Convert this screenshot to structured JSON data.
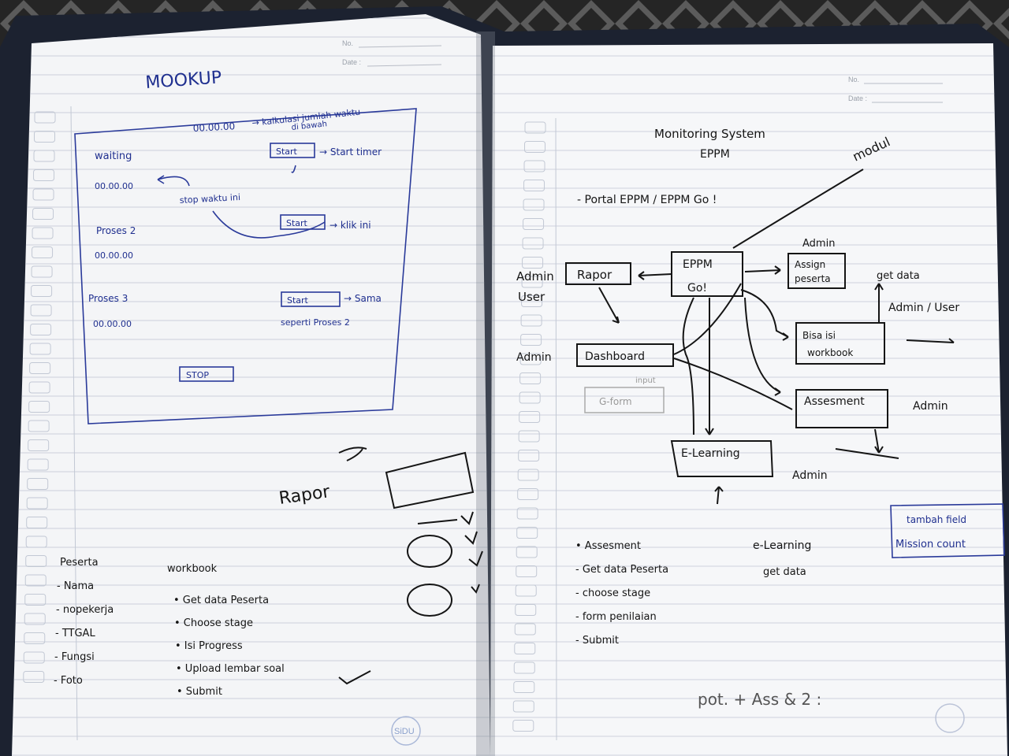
{
  "left_page": {
    "header_no": "No.",
    "header_date": "Date :",
    "title": "MOOKUP",
    "mockup": {
      "timer_top": "00.00.00",
      "timer_note_1": "→ kalkulasi jumlah waktu",
      "timer_note_2": "di bawah",
      "row1_label": "waiting",
      "row1_button": "Start",
      "row1_note": "→ Start timer",
      "row1_timer": "00.00.00",
      "row1_arrow_note": "stop waktu ini",
      "row2_label": "Proses 2",
      "row2_button": "Start",
      "row2_note": "→ klik ini",
      "row2_timer": "00.00.00",
      "row3_label": "Proses 3",
      "row3_button": "Start",
      "row3_note": "→ Sama",
      "row3_note2": "seperti Proses 2",
      "row3_timer": "00.00.00",
      "stop_button": "STOP"
    },
    "rapor_word": "Rapor",
    "peserta_title": "Peserta",
    "peserta_items": [
      "- Nama",
      "- nopekerja",
      "- TTGAL",
      "- Fungsi",
      "- Foto"
    ],
    "workbook_title": "workbook",
    "workbook_items": [
      "• Get data Peserta",
      "• Choose stage",
      "• Isi Progress",
      "• Upload lembar soal",
      "• Submit"
    ],
    "footer_logo": "SiDU"
  },
  "right_page": {
    "header_no": "No.",
    "header_date": "Date :",
    "title_1": "Monitoring System",
    "title_2": "EPPM",
    "portal": "- Portal EPPM / EPPM Go !",
    "modul": "modul",
    "boxes": {
      "rapor": "Rapor",
      "eppm_1": "EPPM",
      "eppm_2": "Go!",
      "assign_1": "Assign",
      "assign_2": "peserta",
      "dashboard": "Dashboard",
      "gform": "G-form",
      "input": "input",
      "isi_1": "Bisa isi",
      "isi_2": "workbook",
      "assesment": "Assesment",
      "elearning": "E-Learning"
    },
    "labels": {
      "admin_user_1": "Admin",
      "admin_user_2": "User",
      "admin_dash": "Admin",
      "admin_top": "Admin",
      "get_data": "get data",
      "admin_user_right": "Admin / User",
      "admin_assess": "Admin",
      "admin_elearn": "Admin"
    },
    "note_1": "tambah field",
    "note_2": "Mission count",
    "assesment_list": [
      "• Assesment",
      "- Get data Peserta",
      "- choose stage",
      "- form penilaian",
      "- Submit"
    ],
    "elearning_1": "e-Learning",
    "elearning_2": "get data",
    "bottom_scribble": "pot. + Ass & 2 :"
  }
}
